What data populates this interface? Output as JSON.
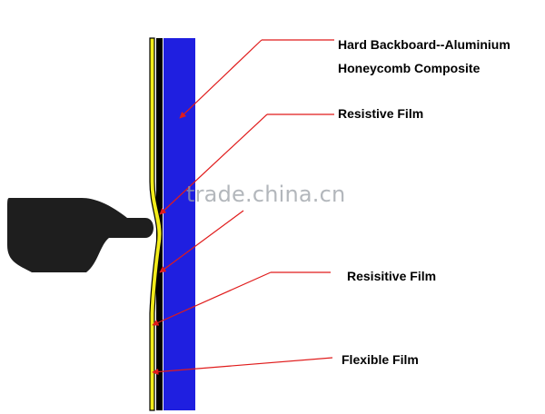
{
  "labels": {
    "backboard_line1": "Hard Backboard--Aluminium",
    "backboard_line2": "Honeycomb Composite",
    "resistive_film": "Resistive Film",
    "resisitive_film": "Resisitive Film",
    "flexible_film": "Flexible Film"
  },
  "watermark": "trade.china.cn",
  "colors": {
    "backboard": "#1f1fe0",
    "black_film": "#000000",
    "flexible_film": "#f2ec1a",
    "leader_line": "#e01b1b",
    "finger": "#1e1e1e"
  }
}
